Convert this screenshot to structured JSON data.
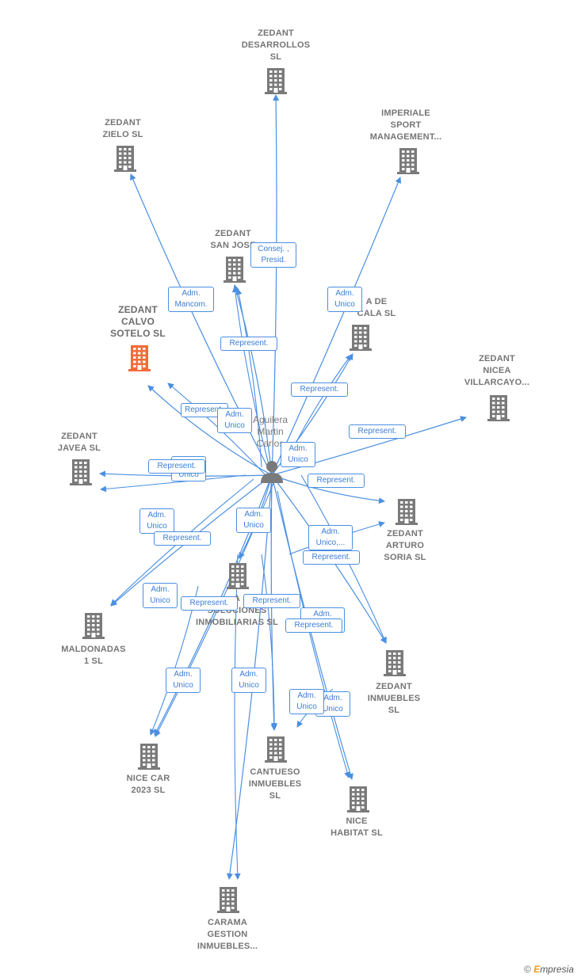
{
  "center": {
    "name": "Aguilera\nMartin\nCarlos",
    "icon": "person-icon"
  },
  "companies": [
    {
      "id": "zedant-desarrollos",
      "name": "ZEDANT\nDESARROLLOS\nSL",
      "icon": "building-icon"
    },
    {
      "id": "zedant-zielo",
      "name": "ZEDANT\nZIELO  SL",
      "icon": "building-icon"
    },
    {
      "id": "imperiale-sport",
      "name": "IMPERIALE\nSPORT\nMANAGEMENT...",
      "icon": "building-icon"
    },
    {
      "id": "zedant-san-jose",
      "name": "ZEDANT\nSAN JOSE",
      "icon": "building-icon"
    },
    {
      "id": "zedant-calvo-sotelo",
      "name": "ZEDANT\nCALVO\nSOTELO  SL",
      "icon": "building-icon",
      "highlight": true
    },
    {
      "id": "cala",
      "name": "A DE\nCALA  SL",
      "icon": "building-icon"
    },
    {
      "id": "zedant-nicea",
      "name": "ZEDANT\nNICEA\nVILLARCAYO...",
      "icon": "building-icon"
    },
    {
      "id": "zedant-javea",
      "name": "ZEDANT\nJAVEA  SL",
      "icon": "building-icon"
    },
    {
      "id": "zedant-arturo-soria",
      "name": "ZEDANT\nARTURO\nSORIA  SL",
      "icon": "building-icon"
    },
    {
      "id": "soluciones-inmobiliarias",
      "name": "A\nSOLUCIONES\nINMOBILIARIAS SL",
      "icon": "building-icon"
    },
    {
      "id": "maldonadas",
      "name": "MALDONADAS\n1  SL",
      "icon": "building-icon"
    },
    {
      "id": "zedant-inmuebles",
      "name": "ZEDANT\nINMUEBLES\nSL",
      "icon": "building-icon"
    },
    {
      "id": "nice-car",
      "name": "NICE CAR\n2023  SL",
      "icon": "building-icon"
    },
    {
      "id": "cantueso",
      "name": "CANTUESO\nINMUEBLES\nSL",
      "icon": "building-icon"
    },
    {
      "id": "nice-habitat",
      "name": "NICE\nHABITAT  SL",
      "icon": "building-icon"
    },
    {
      "id": "carama",
      "name": "CARAMA\nGESTION\nINMUEBLES...",
      "icon": "building-icon"
    }
  ],
  "relations": [
    {
      "id": "r1",
      "text": "Consej. ,\nPresid."
    },
    {
      "id": "r2",
      "text": "Adm.\nMancom."
    },
    {
      "id": "r3",
      "text": "Adm.\nUnico"
    },
    {
      "id": "r4",
      "text": "Represent."
    },
    {
      "id": "r5",
      "text": "Represent."
    },
    {
      "id": "r6",
      "text": "Represent."
    },
    {
      "id": "r7",
      "text": "Adm.\nUnico"
    },
    {
      "id": "r8",
      "text": "Represent."
    },
    {
      "id": "r9",
      "text": "Adm.\nUnico"
    },
    {
      "id": "r10",
      "text": "Unico"
    },
    {
      "id": "r11",
      "text": "Represent."
    },
    {
      "id": "r12",
      "text": "Represent."
    },
    {
      "id": "r13",
      "text": "Adm.\nUnico"
    },
    {
      "id": "r14",
      "text": "Adm.\nUnico"
    },
    {
      "id": "r15",
      "text": "Represent."
    },
    {
      "id": "r16",
      "text": "Adm.\nUnico,..."
    },
    {
      "id": "r17",
      "text": "Represent."
    },
    {
      "id": "r18",
      "text": "Adm.\nUnico"
    },
    {
      "id": "r19",
      "text": "Represent."
    },
    {
      "id": "r20",
      "text": "Represent."
    },
    {
      "id": "r21",
      "text": "Adm."
    },
    {
      "id": "r22",
      "text": "Represent."
    },
    {
      "id": "r23",
      "text": "Adm.\nUnico"
    },
    {
      "id": "r24",
      "text": "Adm.\nUnico"
    },
    {
      "id": "r25",
      "text": "Adm.\nUnico"
    },
    {
      "id": "r26",
      "text": "Adm.\nUnico"
    }
  ],
  "colors": {
    "edge": "#4a8fe2",
    "building": "#7a7a7a",
    "highlight": "#f26b3a",
    "label_text": "#3b7dd8"
  },
  "brand": {
    "symbol": "©",
    "first": "E",
    "rest": "mpresia"
  }
}
